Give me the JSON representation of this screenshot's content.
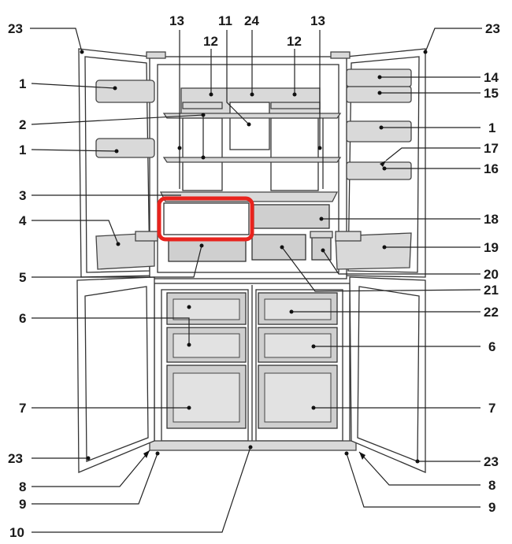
{
  "labels": {
    "l23a": "23",
    "l13a": "13",
    "l11": "11",
    "l24": "24",
    "l13b": "13",
    "l23b": "23",
    "l12a": "12",
    "l12b": "12",
    "l1a": "1",
    "l14": "14",
    "l15": "15",
    "l2": "2",
    "l1b": "1",
    "l1c": "1",
    "l17": "17",
    "l16": "16",
    "l3": "3",
    "l4": "4",
    "l18": "18",
    "l19": "19",
    "l5": "5",
    "l20": "20",
    "l21": "21",
    "l6a": "6",
    "l22": "22",
    "l6b": "6",
    "l7a": "7",
    "l7b": "7",
    "l23c": "23",
    "l23d": "23",
    "l8a": "8",
    "l8b": "8",
    "l9a": "9",
    "l9b": "9",
    "l10": "10"
  },
  "highlight_color": "#e8231d"
}
